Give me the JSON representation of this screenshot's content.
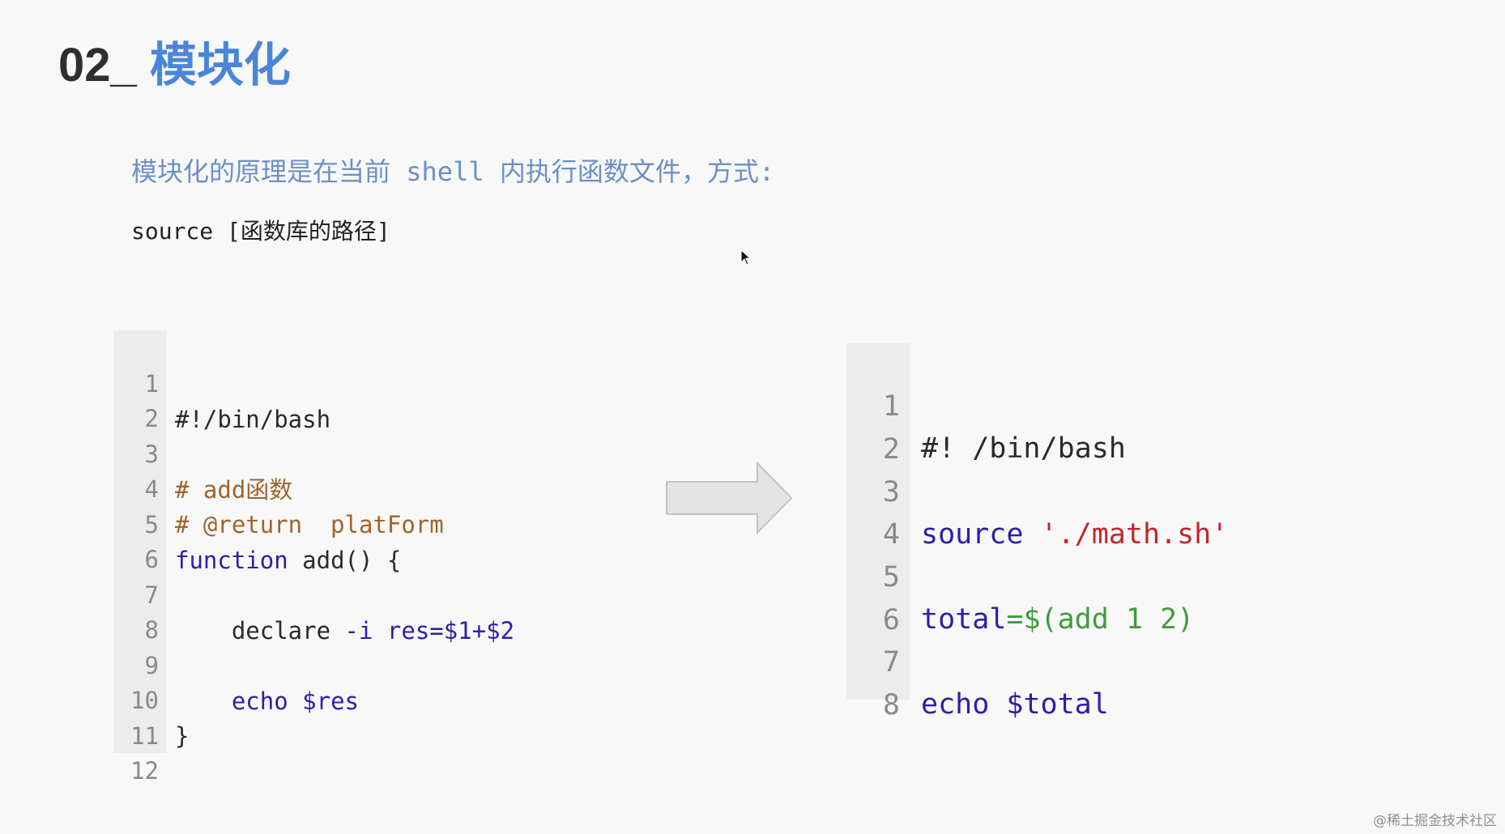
{
  "title": {
    "prefix": "02_",
    "accent": "模块化"
  },
  "intro_text": "模块化的原理是在当前 shell 内执行函数文件，方式:",
  "syntax_text": "source [函数库的路径]",
  "left_code": {
    "line_numbers": [
      "1",
      "2",
      "3",
      "4",
      "5",
      "6",
      "7",
      "8",
      "9",
      "10",
      "11",
      "12"
    ],
    "lines": {
      "l1": "#!/bin/bash",
      "l3": "# add函数",
      "l4": "# @return  platForm",
      "l5_kw": "function",
      "l5_rest": " add() {",
      "l7_indent": "    declare ",
      "l7_flag": "-i",
      "l7_sp": " ",
      "l7_assign": "res=$1+$2",
      "l9_indent": "    ",
      "l9_kw": "echo",
      "l9_sp": " ",
      "l9_var": "$res",
      "l10": "}"
    }
  },
  "right_code": {
    "line_numbers": [
      "1",
      "2",
      "3",
      "4",
      "5",
      "6",
      "7",
      "8"
    ],
    "lines": {
      "l1": "#! /bin/bash",
      "l3_kw": "source",
      "l3_sp": " ",
      "l3_str": "'./math.sh'",
      "l5_var": "total",
      "l5_eq": "=",
      "l5_sub": "$(add 1 2)",
      "l7_kw": "echo",
      "l7_sp": " ",
      "l7_var": "$total"
    }
  },
  "arrow_icon": "right-arrow",
  "watermark": "@稀土掘金技术社区",
  "colors": {
    "accent": "#4a86d8",
    "intro": "#6d8fc6",
    "comment": "#a0642c",
    "keyword": "#2b1fa8",
    "string": "#c0262a",
    "subshell": "#3f9b3a"
  }
}
